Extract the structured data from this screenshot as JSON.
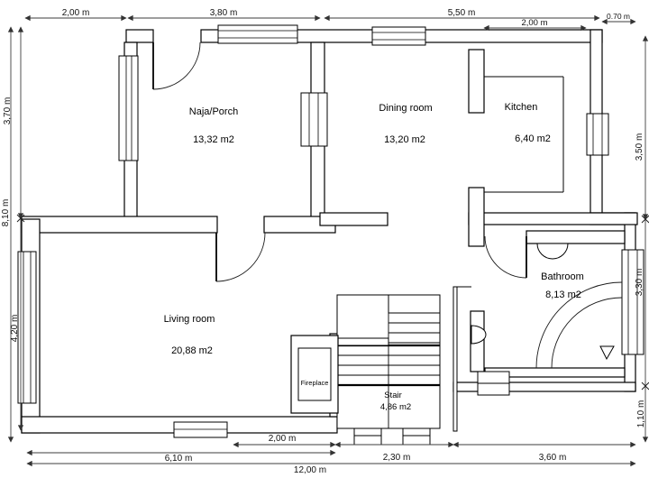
{
  "plan": {
    "title": "house ground floor plan",
    "rooms": {
      "porch": {
        "name": "Naja/Porch",
        "area": "13,32 m2"
      },
      "dining": {
        "name": "Dining room",
        "area": "13,20 m2"
      },
      "kitchen": {
        "name": "Kitchen",
        "area": "6,40 m2"
      },
      "bathroom": {
        "name": "Bathroom",
        "area": "8,13 m2"
      },
      "living": {
        "name": "Living room",
        "area": "20,88 m2"
      },
      "stair": {
        "name": "Stair",
        "area": "4,86 m2"
      }
    },
    "fixtures": {
      "fireplace_label": "Fireplace"
    },
    "dimensions": {
      "top_left_offset": "2,00 m",
      "top_porch": "3,80 m",
      "top_right": "5,50 m",
      "top_step": "0.70 m",
      "kitchen_width": "2,00 m",
      "left_total": "8,10 m",
      "left_upper": "3,70 m",
      "left_lower": "4,20 m",
      "right_upper": "3,50 m",
      "right_middle": "3,30 m",
      "right_lower": "1,10 m",
      "bottom_window": "2,00 m",
      "bottom_left": "6,10 m",
      "bottom_stair": "2,30 m",
      "bottom_right": "3,60 m",
      "bottom_total": "12,00 m"
    },
    "colors": {
      "wall": "#000000",
      "dimension": "#3d3d3d",
      "background": "#ffffff"
    }
  }
}
